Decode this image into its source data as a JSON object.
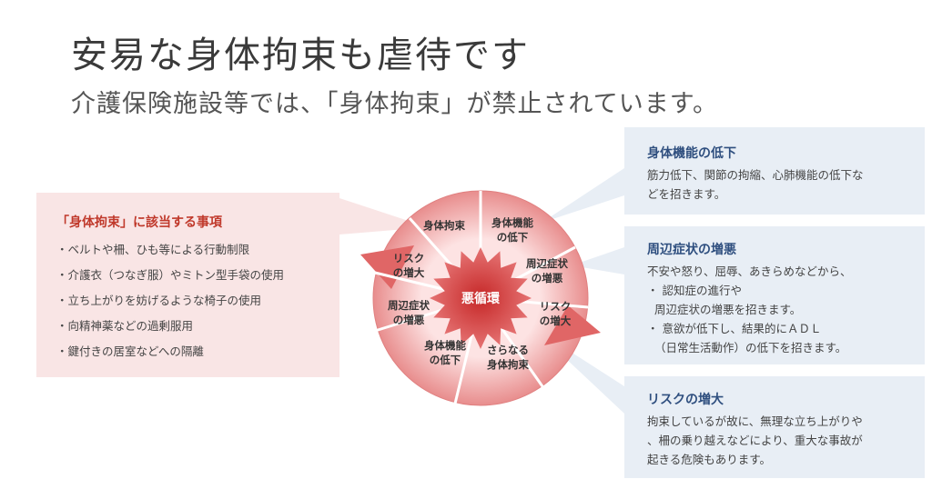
{
  "title": "安易な身体拘束も虐待です",
  "subtitle": "介護保険施設等では、「身体拘束」が禁止されています。",
  "left_panel": {
    "heading": "「身体拘束」に該当する事項",
    "items": [
      "・ベルトや柵、ひも等による行動制限",
      "・介護衣（つなぎ服）やミトン型手袋の使用",
      "・立ち上がりを妨げるような椅子の使用",
      "・向精神薬などの過剰服用",
      "・鍵付きの居室などへの隔離"
    ]
  },
  "cycle": {
    "center": "悪循環",
    "segments": {
      "restraint": "身体拘束",
      "decline_top": [
        "身体機能",
        "の低下"
      ],
      "bpsd_right": [
        "周辺症状",
        "の増悪"
      ],
      "risk_right": [
        "リスク",
        "の増大"
      ],
      "more_restraint": [
        "さらなる",
        "身体拘束"
      ],
      "decline_bottom": [
        "身体機能",
        "の低下"
      ],
      "bpsd_left": [
        "周辺症状",
        "の増悪"
      ],
      "risk_left": [
        "リスク",
        "の増大"
      ]
    }
  },
  "right_panels": [
    {
      "heading": "身体機能の低下",
      "body": "筋力低下、関節の拘縮、心肺機能の低下な\nどを招きます。"
    },
    {
      "heading": "周辺症状の増悪",
      "body": "不安や怒り、屈辱、あきらめなどから、\n・ 認知症の進行や\n  周辺症状の増悪を招きます。\n・ 意欲が低下し、結果的にＡＤＬ\n  （日常生活動作）の低下を招きます。"
    },
    {
      "heading": "リスクの増大",
      "body": "拘束しているが故に、無理な立ち上がりや\n、柵の乗り越えなどにより、重大な事故が\n起きる危険もあります。"
    }
  ],
  "colors": {
    "accent_red": "#c0392b",
    "ring_light": "#f2b8b8",
    "ring_mid": "#e57373",
    "ring_dark": "#d9534f",
    "blue_panel": "#e8eef5",
    "pink_panel": "#f9e5e5"
  }
}
